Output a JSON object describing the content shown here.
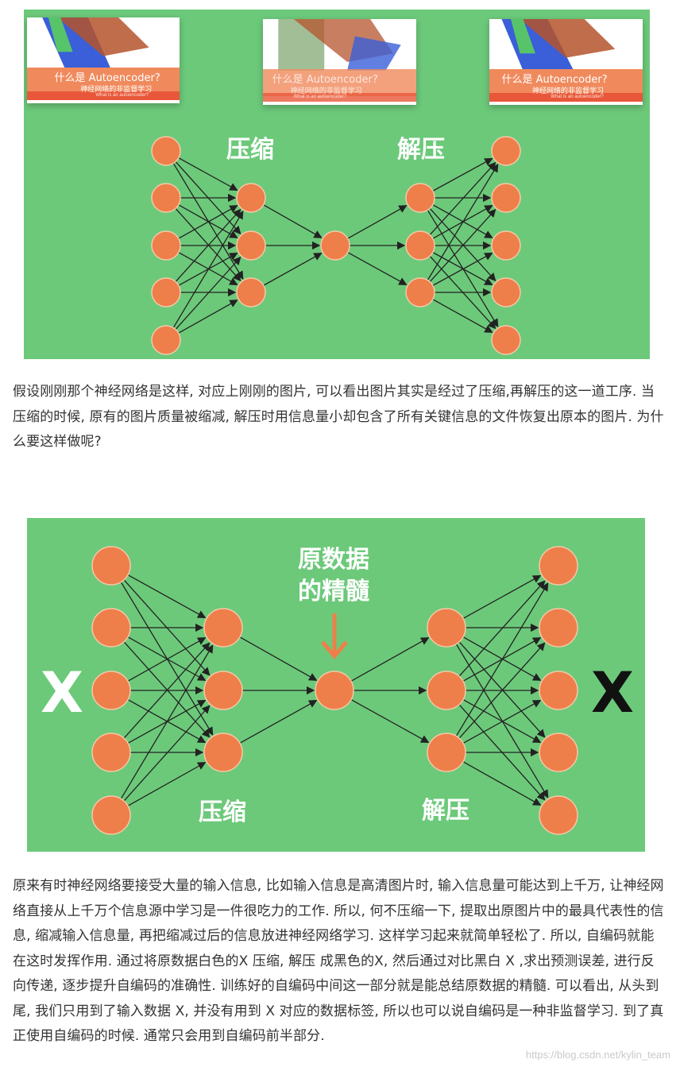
{
  "figure1": {
    "thumbnails": [
      {
        "title": "什么是 Autoencoder?",
        "subtitle": "神经网络的非监督学习",
        "caption": "What is an autoencoder?"
      },
      {
        "title": "什么是 Autoencoder?",
        "subtitle": "神经网络的非监督学习",
        "caption": "What is an autoencoder?"
      },
      {
        "title": "什么是 Autoencoder?",
        "subtitle": "神经网络的非监督学习",
        "caption": "What is an autoencoder?"
      }
    ],
    "label_compress": "压缩",
    "label_decompress": "解压",
    "node_color": "#ee7f4a",
    "bg_color": "#6cc97a"
  },
  "paragraph1": "假设刚刚那个神经网络是这样, 对应上刚刚的图片, 可以看出图片其实是经过了压缩,再解压的这一道工序. 当压缩的时候, 原有的图片质量被缩减, 解压时用信息量小却包含了所有关键信息的文件恢复出原本的图片. 为什么要这样做呢?",
  "figure2": {
    "input_label": "X",
    "output_label": "X",
    "essence_line1": "原数据",
    "essence_line2": "的精髓",
    "label_compress": "压缩",
    "label_decompress": "解压",
    "arrow_color": "#ee7f4a"
  },
  "paragraph2": "原来有时神经网络要接受大量的输入信息, 比如输入信息是高清图片时, 输入信息量可能达到上千万, 让神经网络直接从上千万个信息源中学习是一件很吃力的工作. 所以, 何不压缩一下, 提取出原图片中的最具代表性的信息, 缩减输入信息量, 再把缩减过后的信息放进神经网络学习. 这样学习起来就简单轻松了. 所以, 自编码就能在这时发挥作用. 通过将原数据白色的X 压缩, 解压 成黑色的X, 然后通过对比黑白 X ,求出预测误差, 进行反向传递, 逐步提升自编码的准确性. 训练好的自编码中间这一部分就是能总结原数据的精髓. 可以看出, 从头到尾, 我们只用到了输入数据 X, 并没有用到 X 对应的数据标签, 所以也可以说自编码是一种非监督学习. 到了真正使用自编码的时候. 通常只会用到自编码前半部分.",
  "watermark": "https://blog.csdn.net/kylin_team"
}
